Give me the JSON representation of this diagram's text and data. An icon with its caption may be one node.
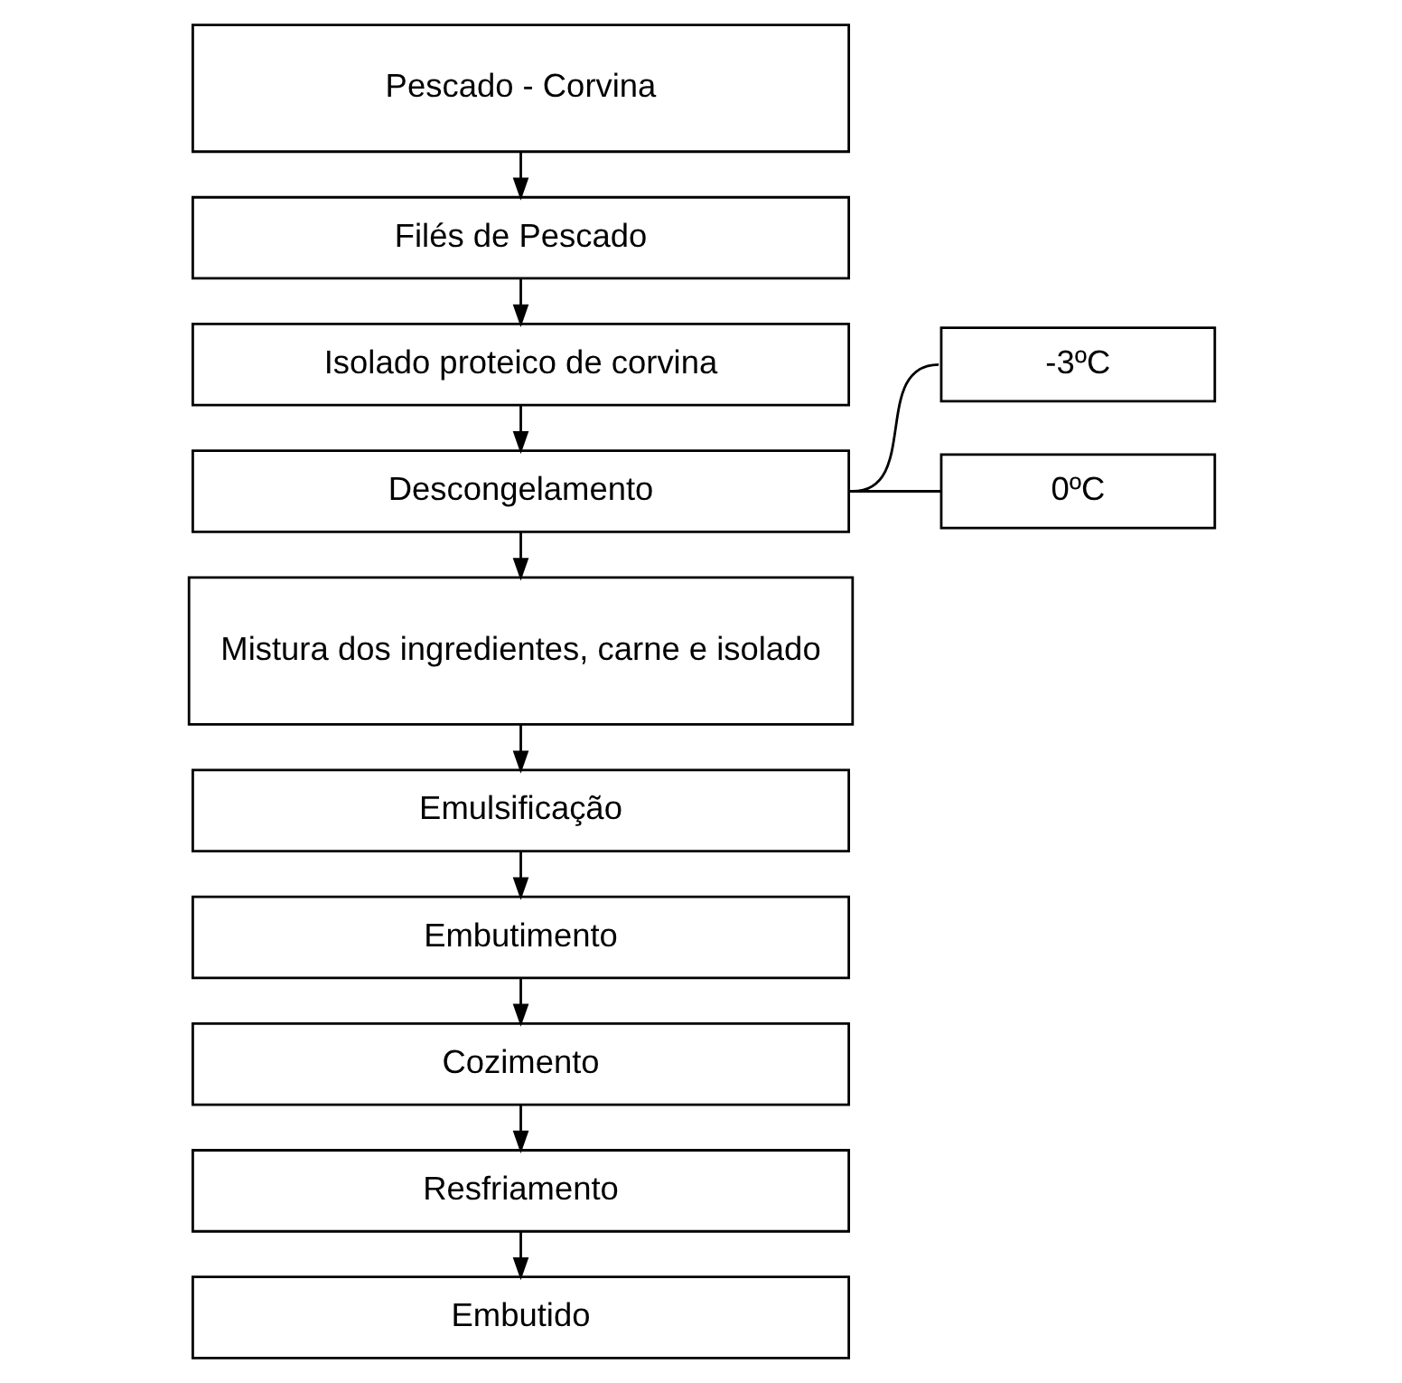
{
  "diagram": {
    "nodes": [
      {
        "text": [
          "Pescado - Corvina"
        ]
      },
      {
        "text": [
          "Filés de Pescado"
        ]
      },
      {
        "text": [
          "Isolado proteico de corvina"
        ]
      },
      {
        "text": [
          "Descongelamento"
        ]
      },
      {
        "text": [
          "-3ºC"
        ]
      },
      {
        "text": [
          "0ºC"
        ]
      },
      {
        "text": [
          "Mistura dos ingredientes, carne e isolado"
        ]
      },
      {
        "text": [
          "Emulsificação"
        ]
      },
      {
        "text": [
          "Embutimento"
        ]
      },
      {
        "text": [
          "Cozimento"
        ]
      },
      {
        "text": [
          "Resfriamento"
        ]
      },
      {
        "text": [
          "Embutido"
        ]
      }
    ],
    "edges": [
      {
        "from": 0,
        "to": 1,
        "arrow": "to"
      },
      {
        "from": 1,
        "to": 2,
        "arrow": "to"
      },
      {
        "from": 2,
        "to": 3,
        "arrow": "to"
      },
      {
        "from": 3,
        "to": 4,
        "arrow": "none"
      },
      {
        "from": 3,
        "to": 5,
        "arrow": "none"
      },
      {
        "from": 3,
        "to": 6,
        "arrow": "to"
      },
      {
        "from": 6,
        "to": 7,
        "arrow": "to"
      },
      {
        "from": 7,
        "to": 8,
        "arrow": "to"
      },
      {
        "from": 8,
        "to": 9,
        "arrow": "to"
      },
      {
        "from": 9,
        "to": 10,
        "arrow": "to"
      },
      {
        "from": 10,
        "to": 11,
        "arrow": "to"
      }
    ]
  }
}
